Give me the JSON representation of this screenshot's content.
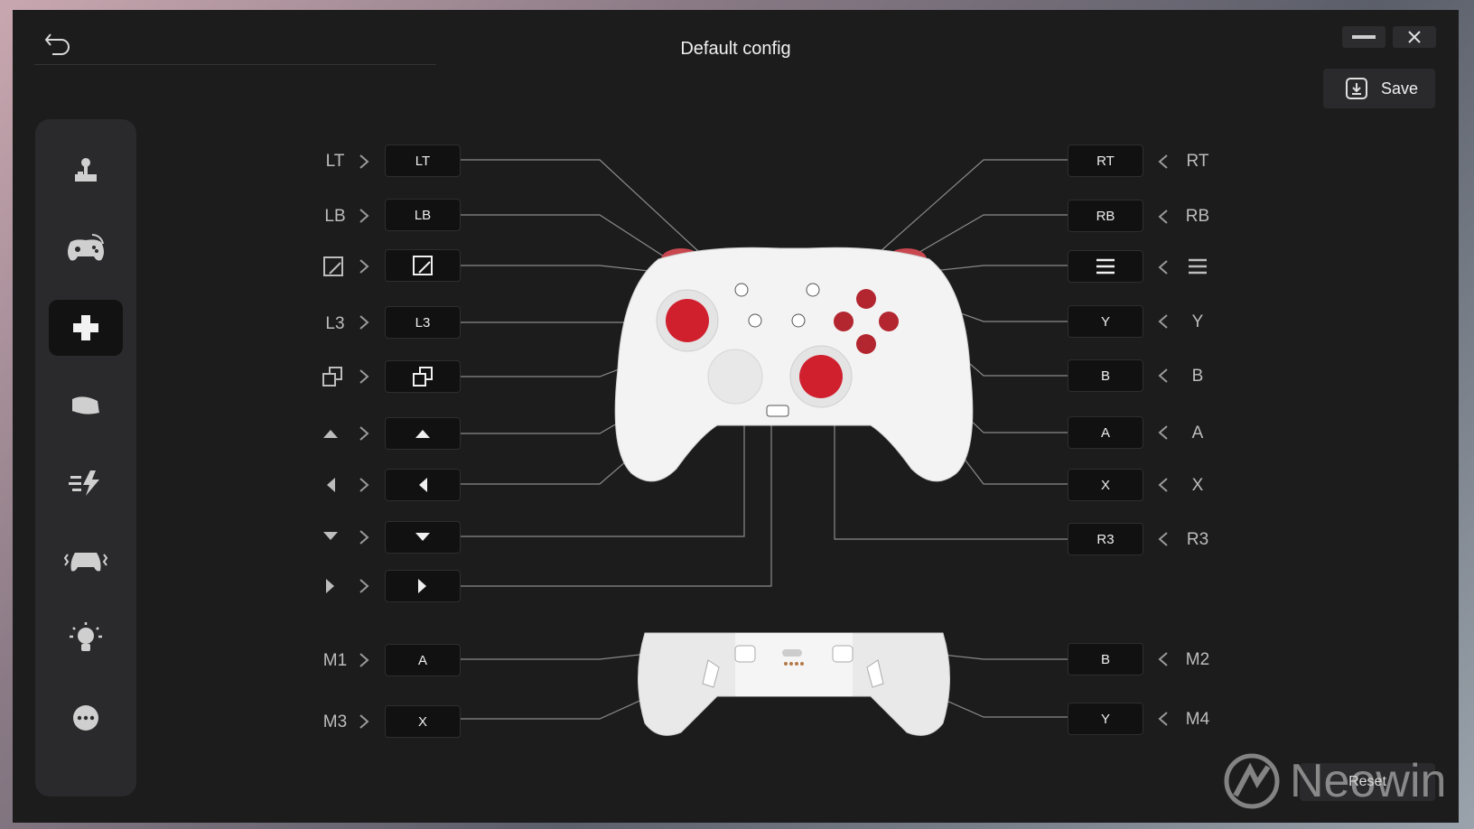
{
  "window": {
    "title": "Default config"
  },
  "toolbar": {
    "save_label": "Save",
    "reset_label": "Reset"
  },
  "sidebar": {
    "items": [
      {
        "name": "joystick-icon"
      },
      {
        "name": "gamepad-turbo-icon"
      },
      {
        "name": "dpad-icon",
        "active": true
      },
      {
        "name": "trigger-icon"
      },
      {
        "name": "turbo-bolt-icon"
      },
      {
        "name": "vibration-icon"
      },
      {
        "name": "light-bulb-icon"
      },
      {
        "name": "more-icon"
      }
    ]
  },
  "left_mappings": {
    "lt": {
      "label": "LT",
      "value": "LT"
    },
    "lb": {
      "label": "LB",
      "value": "LB"
    },
    "l3": {
      "label": "L3",
      "value": "L3"
    },
    "m1": {
      "label": "M1",
      "value": "A"
    },
    "m3": {
      "label": "M3",
      "value": "X"
    }
  },
  "right_mappings": {
    "rt": {
      "label": "RT",
      "value": "RT"
    },
    "rb": {
      "label": "RB",
      "value": "RB"
    },
    "y": {
      "label": "Y",
      "value": "Y"
    },
    "b": {
      "label": "B",
      "value": "B"
    },
    "a": {
      "label": "A",
      "value": "A"
    },
    "x": {
      "label": "X",
      "value": "X"
    },
    "r3": {
      "label": "R3",
      "value": "R3"
    },
    "m2": {
      "label": "M2",
      "value": "B"
    },
    "m4": {
      "label": "M4",
      "value": "Y"
    }
  },
  "watermark": {
    "text": "Neowin"
  },
  "colors": {
    "accent_red": "#d0202e",
    "panel": "#1c1c1d",
    "sidebar": "#2a2a2c"
  }
}
